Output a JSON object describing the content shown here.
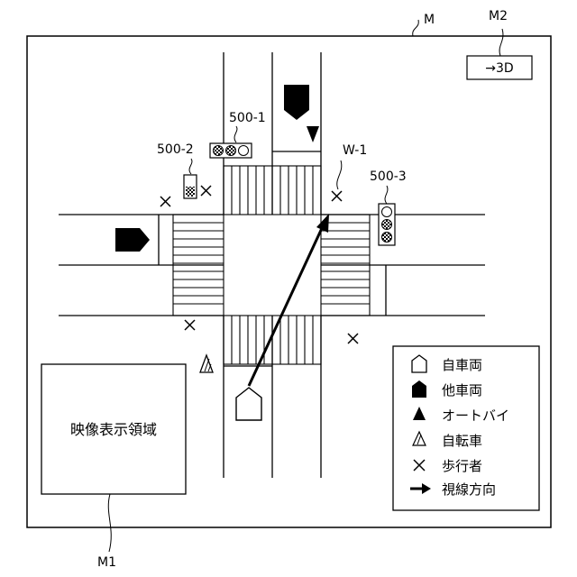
{
  "labels": {
    "screen_ref": "M",
    "button_ref": "M2",
    "video_ref": "M1",
    "signal_1": "500-1",
    "signal_2": "500-2",
    "signal_3": "500-3",
    "pedestrian_target": "W-1"
  },
  "button_3d": {
    "label": "→3D"
  },
  "video_area": {
    "label": "映像表示領域"
  },
  "legend": [
    {
      "icon": "own-vehicle-icon",
      "label": "自車両"
    },
    {
      "icon": "other-vehicle-icon",
      "label": "他車両"
    },
    {
      "icon": "motorcycle-icon",
      "label": "オートバイ"
    },
    {
      "icon": "bicycle-icon",
      "label": "自転車"
    },
    {
      "icon": "pedestrian-icon",
      "label": "歩行者"
    },
    {
      "icon": "gaze-arrow-icon",
      "label": "視線方向"
    }
  ]
}
